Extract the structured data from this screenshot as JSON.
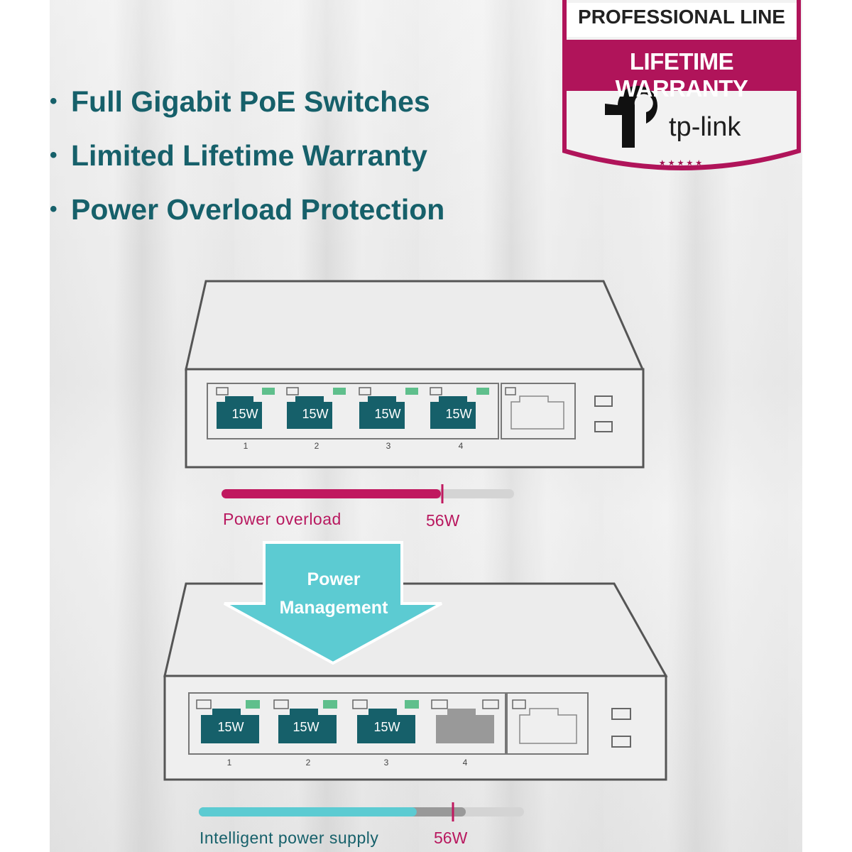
{
  "features": [
    "Full Gigabit PoE Switches",
    "Limited Lifetime Warranty",
    "Power Overload Protection"
  ],
  "bullet_glyph": "•",
  "badge": {
    "line1": "PROFESSIONAL LINE",
    "line2": "LIFETIME WARRANTY",
    "brand": "tp-link",
    "stars": "★★★★★",
    "accent_color": "#b0145a"
  },
  "switch_top": {
    "ports": [
      {
        "label": "15W",
        "number": "1"
      },
      {
        "label": "15W",
        "number": "2"
      },
      {
        "label": "15W",
        "number": "3"
      },
      {
        "label": "15W",
        "number": "4"
      }
    ],
    "power_bar": {
      "caption": "Power overload",
      "limit": "56W",
      "fill_fraction": 0.75,
      "color": "#c0185f"
    }
  },
  "arrow": {
    "line1": "Power",
    "line2": "Management",
    "color": "#5ccbd2"
  },
  "switch_bottom": {
    "ports": [
      {
        "label": "15W",
        "number": "1"
      },
      {
        "label": "15W",
        "number": "2"
      },
      {
        "label": "15W",
        "number": "3"
      },
      {
        "label": "",
        "number": "4"
      }
    ],
    "power_bar": {
      "caption": "Intelligent power supply",
      "limit": "56W",
      "fill_fraction": 0.67,
      "color": "#5ccbd2"
    }
  },
  "colors": {
    "teal_dark": "#16606a",
    "port_fill": "#16606a",
    "led_green": "#5fbf8c",
    "port_disabled": "#999999"
  }
}
